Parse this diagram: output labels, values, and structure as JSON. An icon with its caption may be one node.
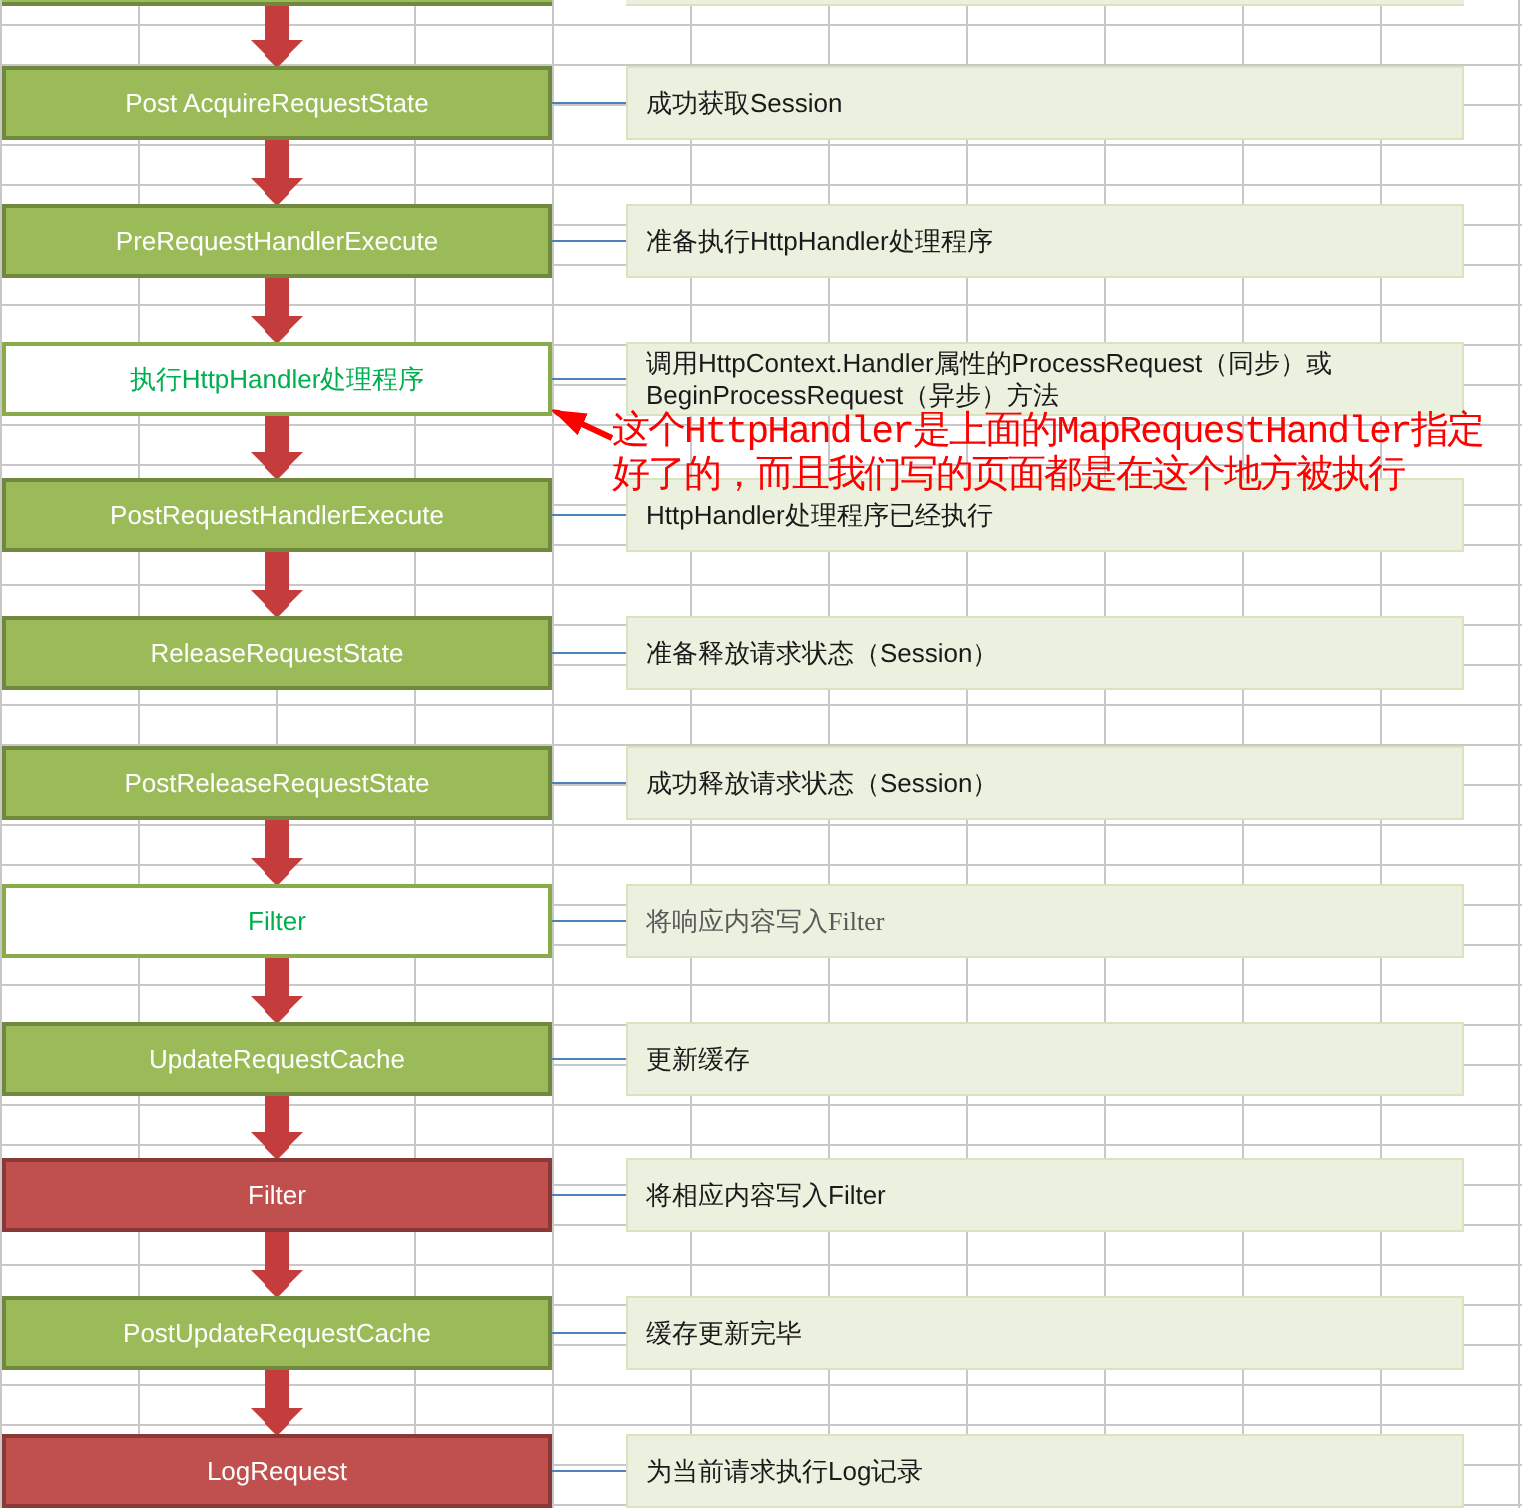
{
  "diagram": {
    "nodes": [
      {
        "text": [],
        "shape": "box"
      },
      {
        "text": [],
        "shape": "box"
      },
      {
        "text": [
          "Post AcquireRequestState"
        ]
      },
      {
        "text": [
          "成功获取Session"
        ]
      },
      {
        "text": [
          "PreRequestHandlerExecute"
        ]
      },
      {
        "text": [
          "准备执行HttpHandler处理程序"
        ]
      },
      {
        "text": [
          "执行HttpHandler处理程序"
        ]
      },
      {
        "text": [
          "调用HttpContext.Handler属性的ProcessRequest（同步）或BeginProcessRequest（异步）方法"
        ]
      },
      {
        "text": [
          "PostRequestHandlerExecute"
        ]
      },
      {
        "text": [
          "HttpHandler处理程序已经执行"
        ]
      },
      {
        "text": [
          "ReleaseRequestState"
        ]
      },
      {
        "text": [
          "准备释放请求状态（Session）"
        ]
      },
      {
        "text": [
          "PostReleaseRequestState"
        ]
      },
      {
        "text": [
          "成功释放请求状态（Session）"
        ]
      },
      {
        "text": [
          "Filter"
        ]
      },
      {
        "text": [
          "将响应内容写入Filter"
        ]
      },
      {
        "text": [
          "UpdateRequestCache"
        ]
      },
      {
        "text": [
          "更新缓存"
        ]
      },
      {
        "text": [
          "Filter"
        ]
      },
      {
        "text": [
          "将相应内容写入Filter"
        ]
      },
      {
        "text": [
          "PostUpdateRequestCache"
        ]
      },
      {
        "text": [
          "缓存更新完毕"
        ]
      },
      {
        "text": [
          "LogRequest"
        ]
      },
      {
        "text": [
          "为当前请求执行Log记录"
        ]
      },
      {
        "text": [
          "这个HttpHandler是上面的MapRequestHandler指定好了的，而且我们写的页面都是在这个地方被执行"
        ]
      }
    ],
    "edges": [
      {
        "from": 0,
        "to": 2,
        "arrow": "to",
        "style": "thick",
        "color": "#c43c3c"
      },
      {
        "from": 2,
        "to": 3,
        "arrow": "none"
      },
      {
        "from": 2,
        "to": 4,
        "arrow": "to",
        "style": "thick",
        "color": "#c43c3c"
      },
      {
        "from": 4,
        "to": 5,
        "arrow": "none"
      },
      {
        "from": 4,
        "to": 6,
        "arrow": "to",
        "style": "thick",
        "color": "#c43c3c"
      },
      {
        "from": 6,
        "to": 7,
        "arrow": "none"
      },
      {
        "from": 6,
        "to": 8,
        "arrow": "to",
        "style": "thick",
        "color": "#c43c3c"
      },
      {
        "from": 8,
        "to": 9,
        "arrow": "none"
      },
      {
        "from": 8,
        "to": 10,
        "arrow": "to",
        "style": "thick",
        "color": "#c43c3c"
      },
      {
        "from": 10,
        "to": 11,
        "arrow": "none"
      },
      {
        "from": 12,
        "to": 13,
        "arrow": "none"
      },
      {
        "from": 12,
        "to": 14,
        "arrow": "to",
        "style": "thick",
        "color": "#c43c3c"
      },
      {
        "from": 14,
        "to": 15,
        "arrow": "none"
      },
      {
        "from": 14,
        "to": 16,
        "arrow": "to",
        "style": "thick",
        "color": "#c43c3c"
      },
      {
        "from": 16,
        "to": 17,
        "arrow": "none"
      },
      {
        "from": 16,
        "to": 18,
        "arrow": "to",
        "style": "thick",
        "color": "#c43c3c"
      },
      {
        "from": 18,
        "to": 19,
        "arrow": "none"
      },
      {
        "from": 18,
        "to": 20,
        "arrow": "to",
        "style": "thick",
        "color": "#c43c3c"
      },
      {
        "from": 20,
        "to": 21,
        "arrow": "none"
      },
      {
        "from": 20,
        "to": 22,
        "arrow": "to",
        "style": "thick",
        "color": "#c43c3c"
      },
      {
        "from": 22,
        "to": 23,
        "arrow": "none"
      },
      {
        "from": 24,
        "to": 6,
        "arrow": "to",
        "style": "thick",
        "color": "#ff0000"
      }
    ]
  }
}
